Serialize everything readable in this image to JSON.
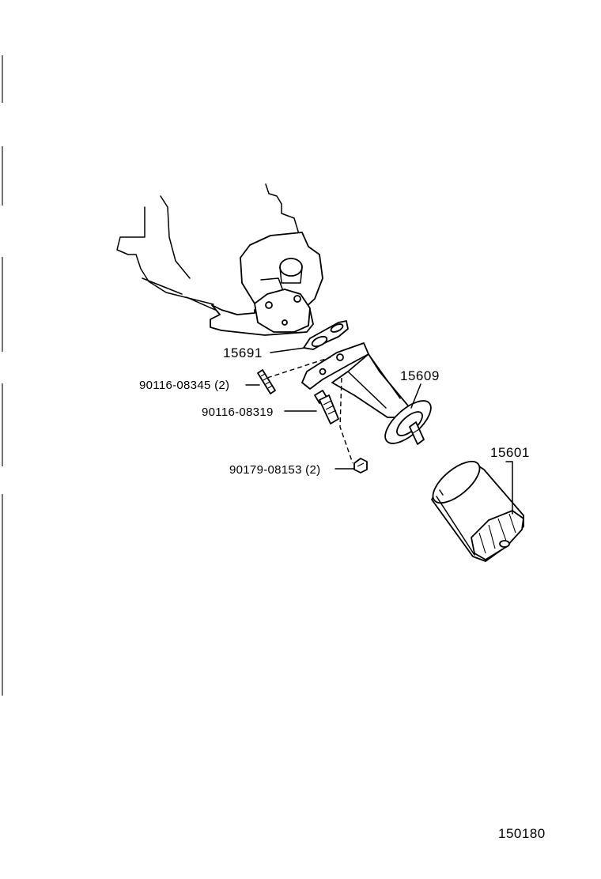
{
  "labels": {
    "gasket": "15691",
    "stud": "90116-08345 (2)",
    "union_bolt": "90116-08319",
    "nut": "90179-08153 (2)",
    "bracket": "15609",
    "filter": "15601",
    "figure_number": "150180"
  }
}
